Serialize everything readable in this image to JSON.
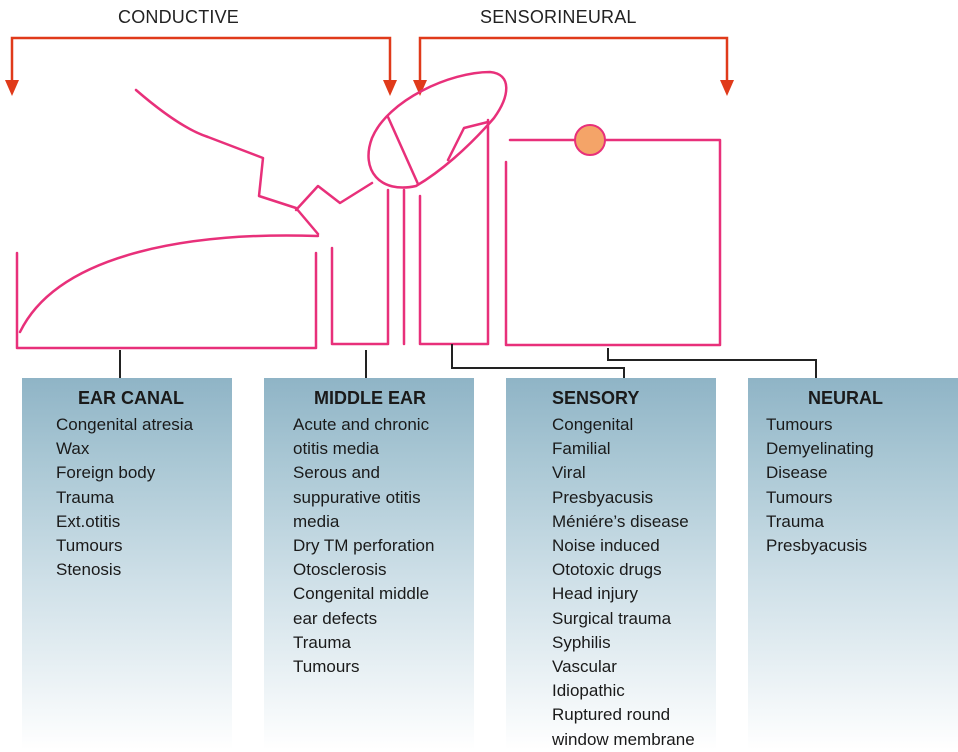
{
  "header": {
    "conductive_label": "CONDUCTIVE",
    "sensorineural_label": "SENSORINEURAL"
  },
  "colors": {
    "arrow": "#e03a1a",
    "ear_outline": "#e8307a",
    "connector": "#222222",
    "panel_top": "#8fb4c6",
    "round_window": "#f4a468"
  },
  "panels": [
    {
      "title": "EAR CANAL",
      "items": [
        "Congenital atresia",
        "Wax",
        "Foreign body",
        "Trauma",
        "Ext.otitis",
        "Tumours",
        "Stenosis"
      ]
    },
    {
      "title": "MIDDLE EAR",
      "items": [
        "Acute and chronic",
        "otitis media",
        "Serous and",
        "suppurative otitis",
        "media",
        "Dry TM perforation",
        "Otosclerosis",
        "Congenital middle",
        "ear defects",
        "Trauma",
        "Tumours"
      ]
    },
    {
      "title": "SENSORY",
      "items": [
        "Congenital",
        "Familial",
        "Viral",
        "Presbyacusis",
        "Méniére’s disease",
        "Noise induced",
        "Ototoxic drugs",
        "Head injury",
        "Surgical trauma",
        "Syphilis",
        "Vascular",
        "Idiopathic",
        "Ruptured round",
        "window membrane"
      ]
    },
    {
      "title": "NEURAL",
      "items": [
        "Tumours",
        "Demyelinating",
        "Disease",
        "Tumours",
        "Trauma",
        "Presbyacusis"
      ]
    }
  ]
}
